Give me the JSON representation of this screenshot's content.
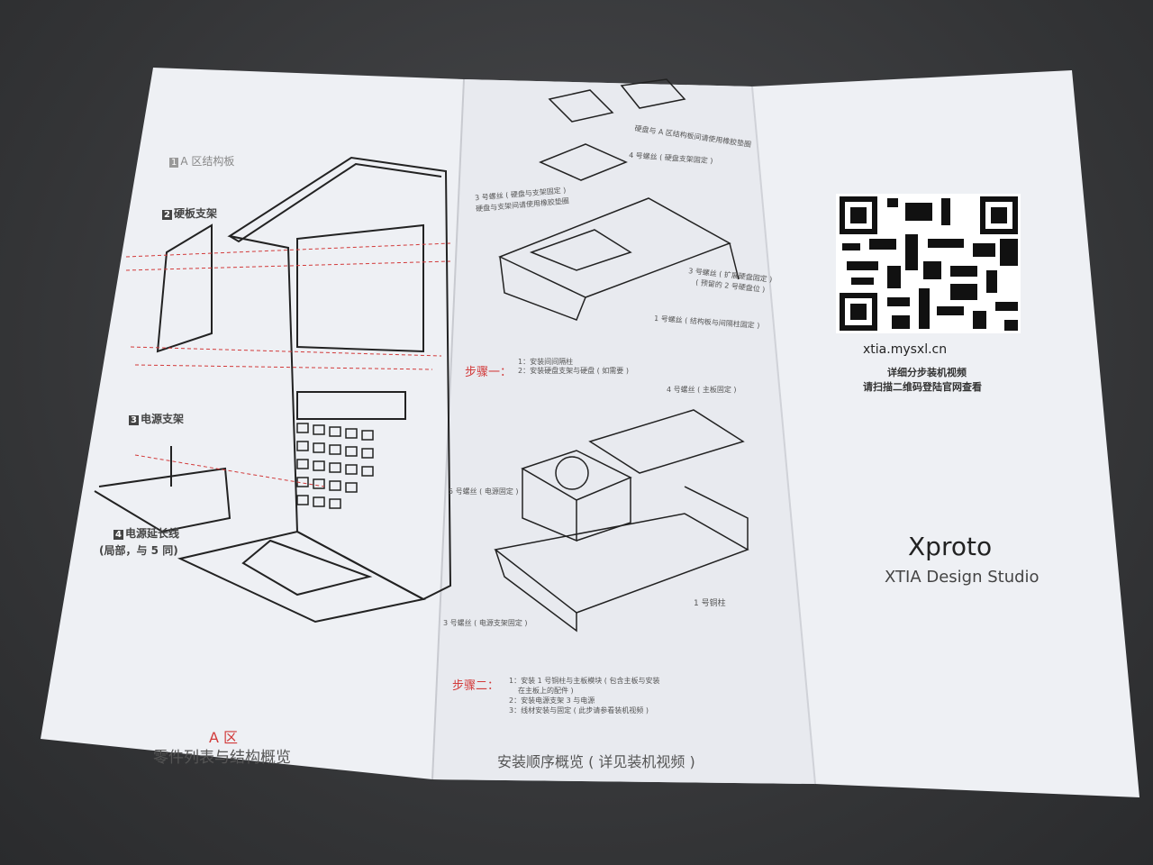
{
  "left_panel": {
    "parts": [
      {
        "num": "1",
        "label": "A 区结构板"
      },
      {
        "num": "2",
        "label": "硬板支架"
      },
      {
        "num": "3",
        "label": "电源支架"
      },
      {
        "num": "4",
        "label": "电源延长线"
      }
    ],
    "part4_note": "(局部，与 5 同)",
    "section_title": "A 区",
    "section_subtitle": "零件列表与结构概览"
  },
  "middle_panel": {
    "callouts_top": [
      "硬盘与 A 区结构板间请使用橡胶垫圈",
      "4 号螺丝 ( 硬盘支架固定 )",
      "3 号螺丝 ( 硬盘与支架固定 )",
      "硬盘与支架间请使用橡胶垫圈",
      "3 号螺丝 ( 扩展硬盘固定 )",
      "( 预留的 2 号硬盘位 )",
      "1 号螺丝 ( 结构板与间隔柱固定 )"
    ],
    "step1": {
      "title": "步骤一：",
      "items": [
        "1：安装间间隔柱",
        "2：安装硬盘支架与硬盘 ( 如需要 )"
      ]
    },
    "callouts_bottom": [
      "4 号螺丝 ( 主板固定 )",
      "5 号螺丝 ( 电源固定 )",
      "1 号铜柱",
      "3 号螺丝 ( 电源支架固定 )"
    ],
    "step2": {
      "title": "步骤二：",
      "items": [
        "1：安装 1 号铜柱与主板模块 ( 包含主板与安装",
        "在主板上的配件 )",
        "2：安装电源支架 3 与电源",
        "3：线材安装与固定 ( 此步请参看装机视频 )"
      ]
    },
    "section_title": "安装顺序概览 ( 详见装机视频 )"
  },
  "right_panel": {
    "url": "xtia.mysxl.cn",
    "line1": "详细分步装机视频",
    "line2": "请扫描二维码登陆官网查看",
    "brand": "Xproto",
    "studio": "XTIA Design Studio"
  },
  "colors": {
    "accent_red": "#d23a3a",
    "paper": "#f1f2f5",
    "background": "#3a3b3d"
  }
}
